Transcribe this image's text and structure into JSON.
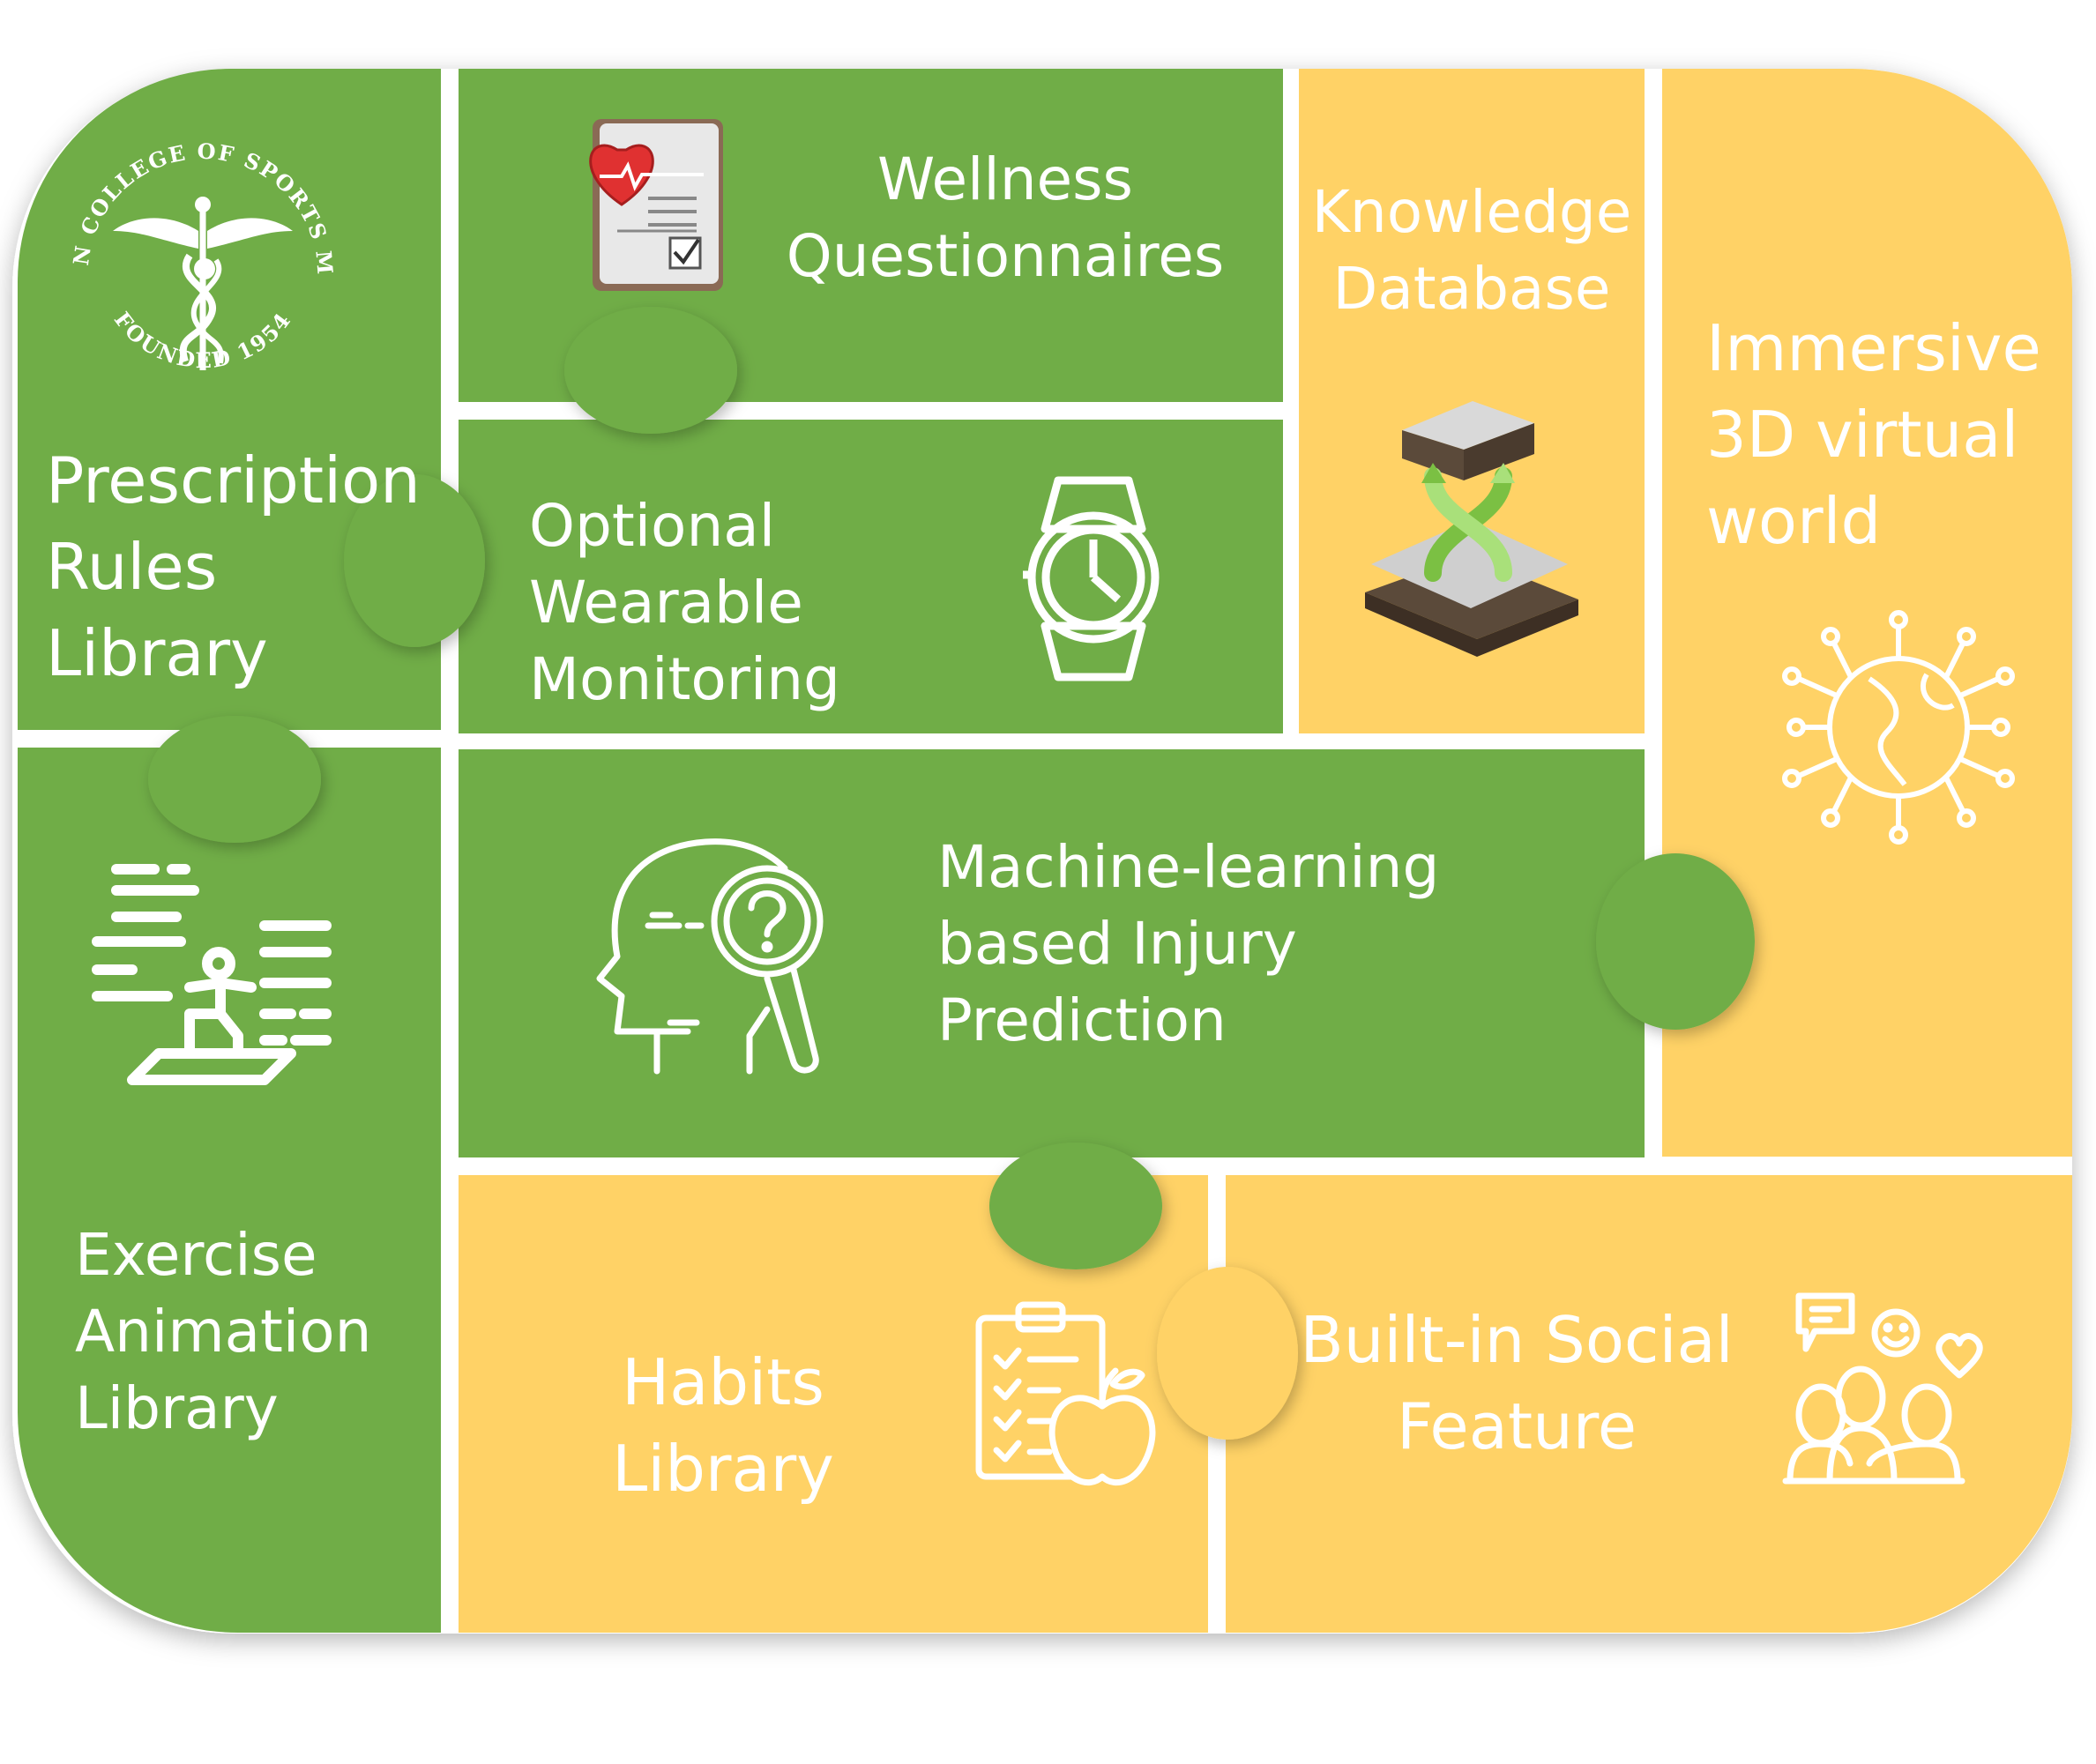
{
  "colors": {
    "green": "#70AD47",
    "yellow": "#FFD266",
    "white": "#FFFFFF"
  },
  "seal": {
    "ring_text": "AMERICAN COLLEGE OF SPORTS MEDICINE",
    "founded_text": "FOUNDED 1954",
    "icon": "caduceus-seal-icon"
  },
  "tiles": {
    "prescription": {
      "lines": [
        "Prescription",
        "Rules",
        "Library"
      ]
    },
    "wellness": {
      "lines": [
        "Wellness",
        "Questionnaires"
      ],
      "icon": "health-checklist-icon"
    },
    "knowledge": {
      "lines": [
        "Knowledge",
        "Database"
      ],
      "icon": "graduation-cap-icon"
    },
    "immersive": {
      "lines": [
        "Immersive",
        "3D virtual",
        "world"
      ],
      "icon": "globe-network-icon"
    },
    "wearable": {
      "lines": [
        "Optional",
        "Wearable",
        "Monitoring"
      ],
      "icon": "smartwatch-icon"
    },
    "ml": {
      "lines": [
        "Machine-learning",
        "based Injury",
        "Prediction"
      ],
      "icon": "head-magnifier-icon"
    },
    "exercise": {
      "lines": [
        "Exercise",
        "Animation",
        "Library"
      ],
      "icon": "exercise-squat-icon"
    },
    "habits": {
      "lines": [
        "Habits",
        "Library"
      ],
      "icon": "clipboard-apple-icon"
    },
    "social": {
      "lines": [
        "Built-in Social",
        "Feature"
      ],
      "icon": "social-group-icon"
    }
  }
}
